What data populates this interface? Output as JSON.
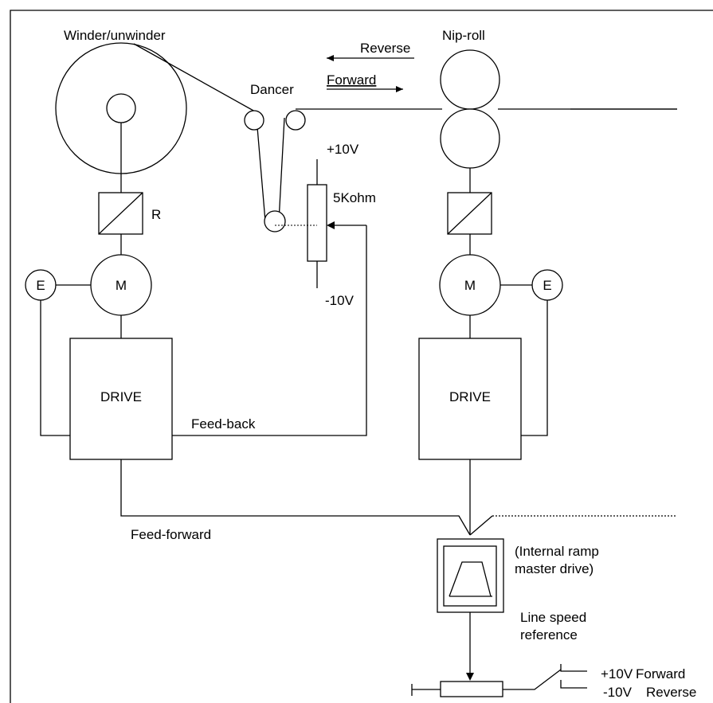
{
  "labels": {
    "winder": "Winder/unwinder",
    "nip_roll": "Nip-roll",
    "dancer": "Dancer",
    "reverse_arrow": "Reverse",
    "forward_arrow": "Forward",
    "plus10v": "+10V",
    "pot_value": "5Kohm",
    "minus10v": "-10V",
    "r": "R",
    "motor_left": "M",
    "motor_right": "M",
    "encoder_left": "E",
    "encoder_right": "E",
    "drive_left": "DRIVE",
    "drive_right": "DRIVE",
    "feed_back": "Feed-back",
    "feed_forward": "Feed-forward",
    "ramp_line1": "(Internal ramp",
    "ramp_line2": "master drive)",
    "line_speed_line1": "Line speed",
    "line_speed_line2": "reference",
    "ref_plus": "+10V",
    "ref_forward": "Forward",
    "ref_minus": "-10V",
    "ref_reverse": "Reverse"
  }
}
